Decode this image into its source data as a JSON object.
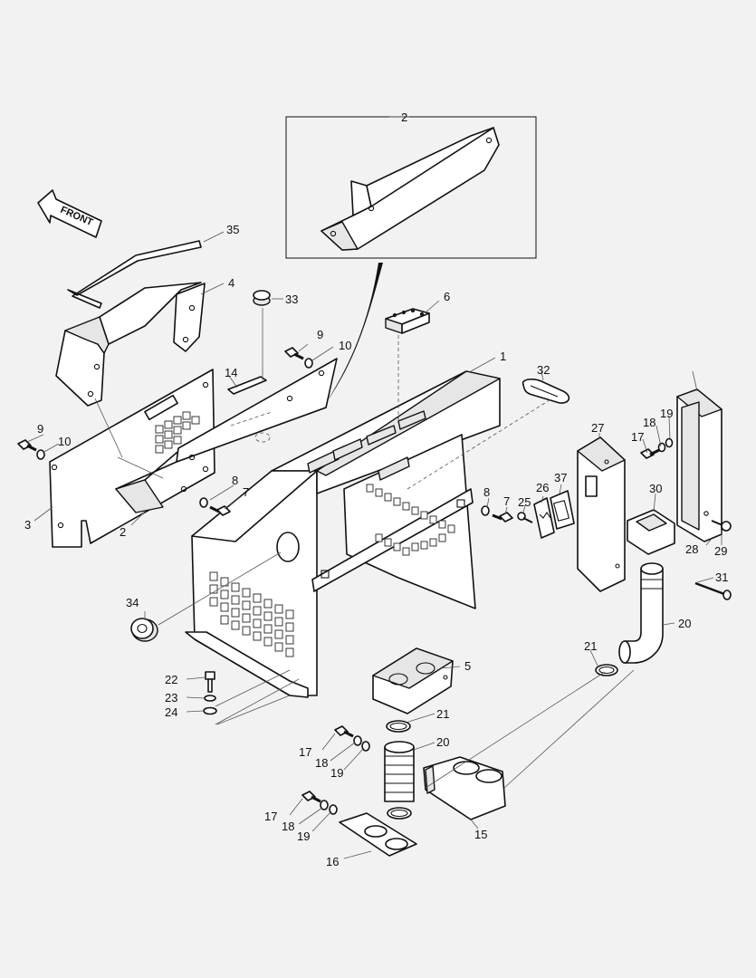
{
  "direction_label": "FRONT",
  "callouts": [
    "1",
    "2",
    "2",
    "3",
    "4",
    "5",
    "6",
    "7",
    "7",
    "8",
    "8",
    "9",
    "9",
    "10",
    "10",
    "14",
    "15",
    "16",
    "17",
    "17",
    "17",
    "18",
    "18",
    "18",
    "19",
    "19",
    "19",
    "20",
    "20",
    "21",
    "21",
    "22",
    "23",
    "24",
    "25",
    "26",
    "27",
    "28",
    "29",
    "30",
    "31",
    "32",
    "33",
    "34",
    "35",
    "37"
  ],
  "colors": {
    "background": "#f2f2f2",
    "line": "#111111",
    "fill": "#ffffff"
  }
}
